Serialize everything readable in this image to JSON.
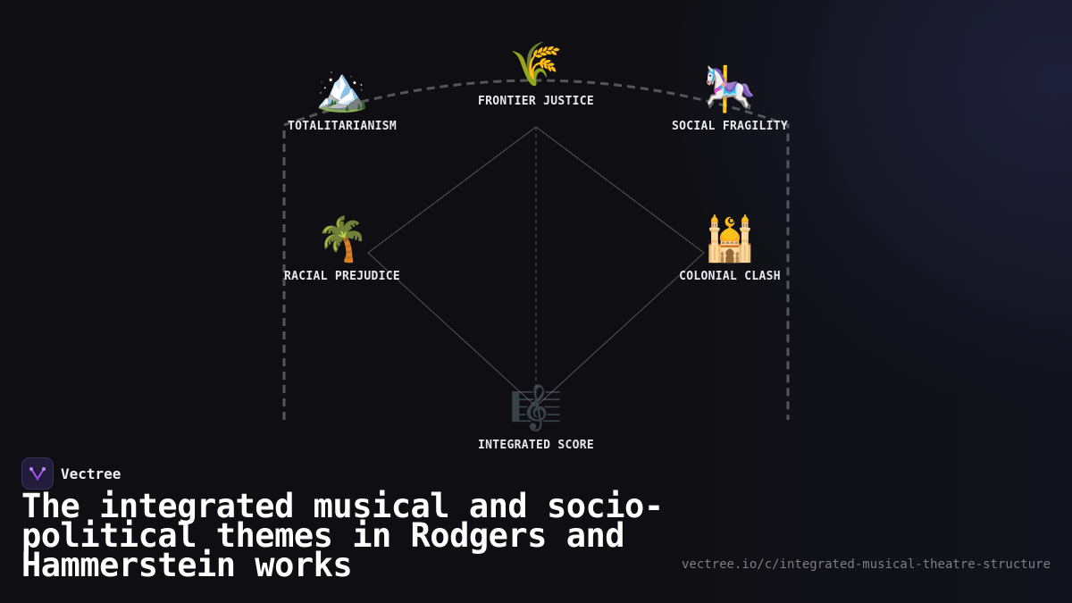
{
  "diagram": {
    "nodes": [
      {
        "id": "totalitarianism",
        "label": "TOTALITARIANISM",
        "icon": "🏔️",
        "icon_name": "snow-capped-mountain-icon"
      },
      {
        "id": "frontier-justice",
        "label": "FRONTIER JUSTICE",
        "icon": "🌾",
        "icon_name": "sheaf-of-rice-icon"
      },
      {
        "id": "social-fragility",
        "label": "SOCIAL FRAGILITY",
        "icon": "🎠",
        "icon_name": "carousel-horse-icon"
      },
      {
        "id": "racial-prejudice",
        "label": "RACIAL PREJUDICE",
        "icon": "🌴",
        "icon_name": "palm-tree-icon"
      },
      {
        "id": "colonial-clash",
        "label": "COLONIAL CLASH",
        "icon": "🕌",
        "icon_name": "mosque-icon"
      },
      {
        "id": "integrated-score",
        "label": "INTEGRATED SCORE",
        "icon": "🎼",
        "icon_name": "musical-score-icon"
      }
    ]
  },
  "brand": {
    "name": "Vectree"
  },
  "title": "The integrated musical and socio-political themes in Rodgers and Hammerstein works",
  "url": "vectree.io/c/integrated-musical-theatre-structure",
  "colors": {
    "background": "#0f0f13",
    "arc": "#55555c",
    "lines": "#5a5a62",
    "brand_accent": "#a855f7"
  }
}
